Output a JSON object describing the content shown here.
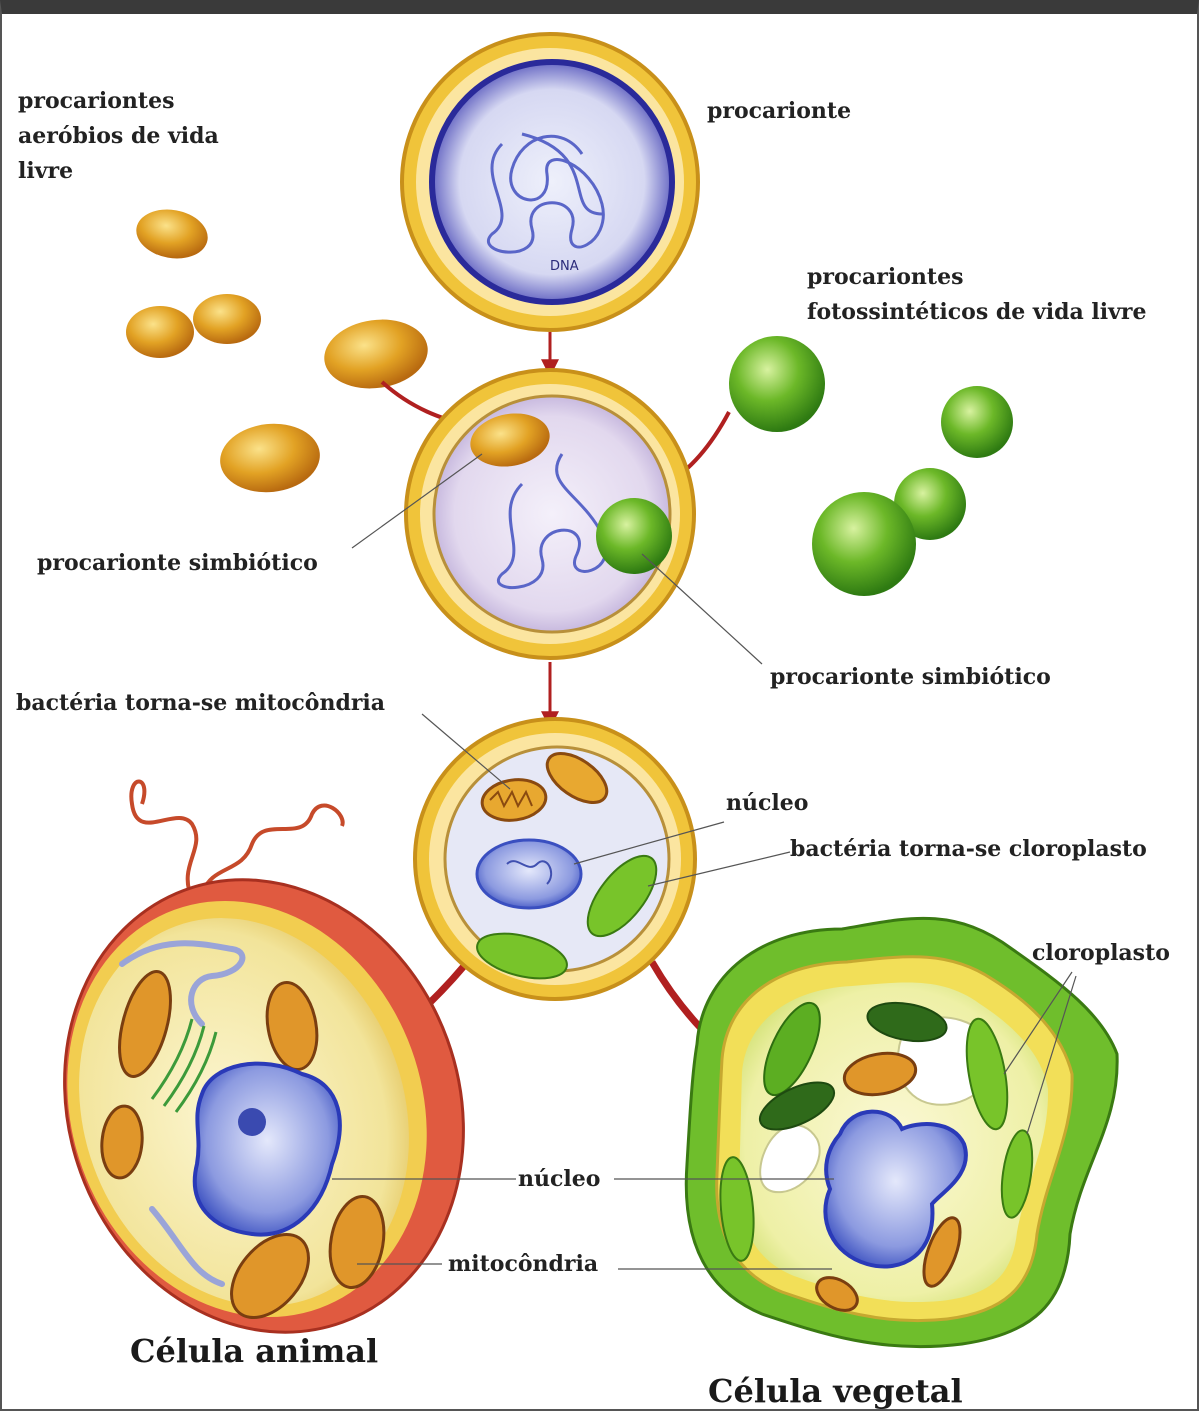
{
  "labels": {
    "free_aerobic": [
      "procariontes",
      "aeróbios de vida",
      "livre"
    ],
    "prokaryote": "procarionte",
    "free_photosynthetic": [
      "procariontes",
      "fotossintéticos de vida livre"
    ],
    "symbiotic_left": "procarionte simbiótico",
    "symbiotic_right": "procarionte simbiótico",
    "becomes_mitochondria": "bactéria torna-se mitocôndria",
    "nucleus_middle": "núcleo",
    "becomes_chloroplast": "bactéria torna-se cloroplasto",
    "chloroplast": "cloroplasto",
    "nucleus_bottom": "núcleo",
    "mitochondria": "mitocôndria",
    "dna": "DNA"
  },
  "titles": {
    "animal_cell": "Célula animal",
    "plant_cell": "Célula vegetal"
  },
  "colors": {
    "cell_wall": "#e8b820",
    "cytoplasm": "#ece4f4",
    "dna": "#4a4aa8",
    "aerobic_bacteria": "#d89218",
    "photosynthetic_bacteria": "#58a81e",
    "arrow": "#b02020",
    "animal_membrane": "#d84a38",
    "plant_wall": "#6fbe2c"
  }
}
